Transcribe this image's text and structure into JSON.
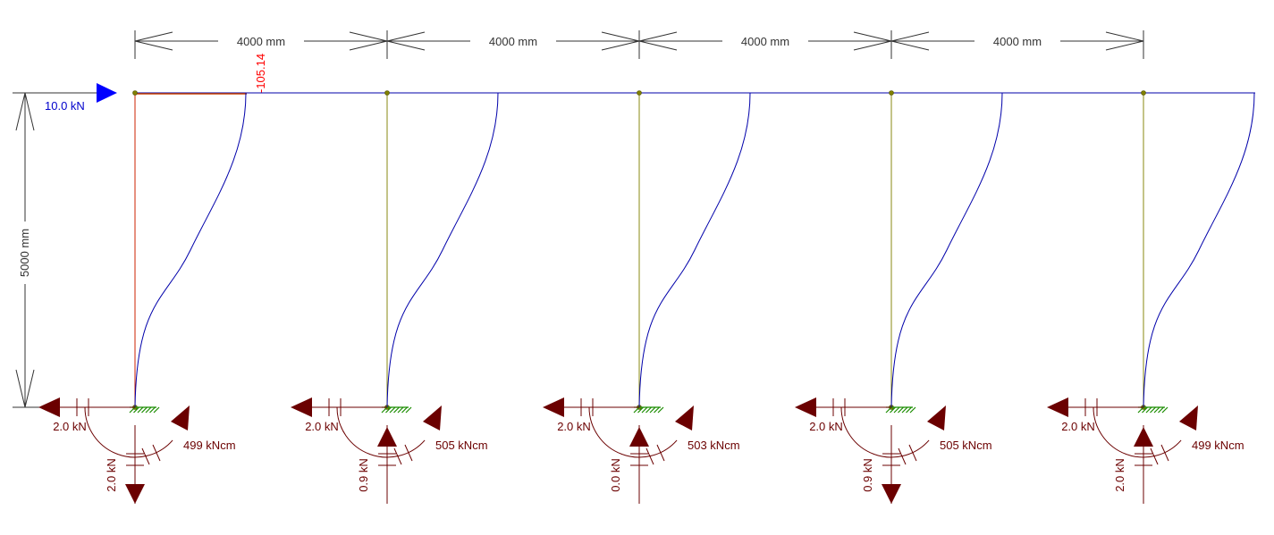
{
  "dimensions": {
    "spans": [
      "4000 mm",
      "4000 mm",
      "4000 mm",
      "4000 mm"
    ],
    "height": "5000 mm"
  },
  "load": {
    "label": "10.0 kN",
    "color": "#0000ff"
  },
  "moment_top_value": "-105.14",
  "colors": {
    "dimension": "#333333",
    "reaction": "#6b0000",
    "deflection": "#0000aa",
    "column_loaded": "#cc2200",
    "column": "#8a8a10",
    "support_hatch": "#1a8c00",
    "top_segment": "#cc4400"
  },
  "supports": [
    {
      "h": "2.0 kN",
      "v": "2.0 kN",
      "v_dir": "down",
      "m": "499 kNcm"
    },
    {
      "h": "2.0 kN",
      "v": "0.9 kN",
      "v_dir": "up",
      "m": "505 kNcm"
    },
    {
      "h": "2.0 kN",
      "v": "0.0 kN",
      "v_dir": "up",
      "m": "503 kNcm"
    },
    {
      "h": "2.0 kN",
      "v": "0.9 kN",
      "v_dir": "down",
      "m": "505 kNcm"
    },
    {
      "h": "2.0 kN",
      "v": "2.0 kN",
      "v_dir": "up",
      "m": "499 kNcm"
    }
  ]
}
